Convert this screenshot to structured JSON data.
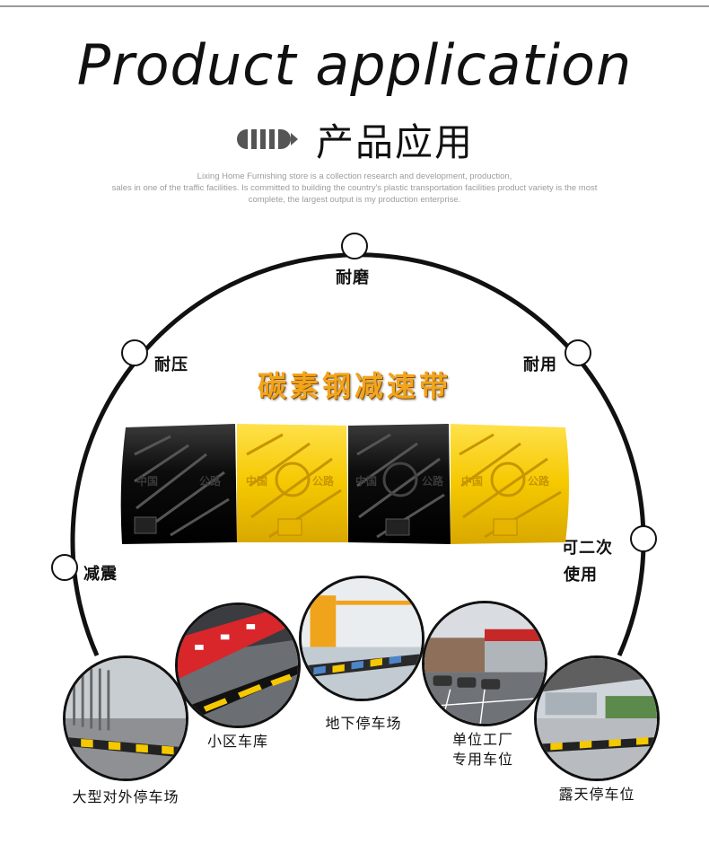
{
  "header": {
    "title_en": "Product application",
    "title_cn": "产品应用",
    "description": [
      "Lixing Home Furnishing store is a collection research and development, production,",
      "sales in one of the traffic facilities. Is committed to building the country's plastic transportation facilities product variety is the most",
      "complete, the largest output is my production enterprise."
    ]
  },
  "product": {
    "title": "碳素钢减速带",
    "embossed_text": [
      "中国",
      "公路",
      "中国",
      "公路",
      "中国",
      "公路",
      "中国",
      "公路"
    ]
  },
  "features": {
    "top": "耐磨",
    "upper_left": "耐压",
    "upper_right": "耐用",
    "lower_left": "减震",
    "lower_right_line1": "可二次",
    "lower_right_line2": "使用"
  },
  "applications": {
    "a1": "大型对外停车场",
    "a2": "小区车库",
    "a3": "地下停车场",
    "a4_line1": "单位工厂",
    "a4_line2": "专用车位",
    "a5": "露天停车位"
  },
  "colors": {
    "yellow": "#f5c800",
    "black": "#111111",
    "title_orange": "#f2a41c"
  }
}
